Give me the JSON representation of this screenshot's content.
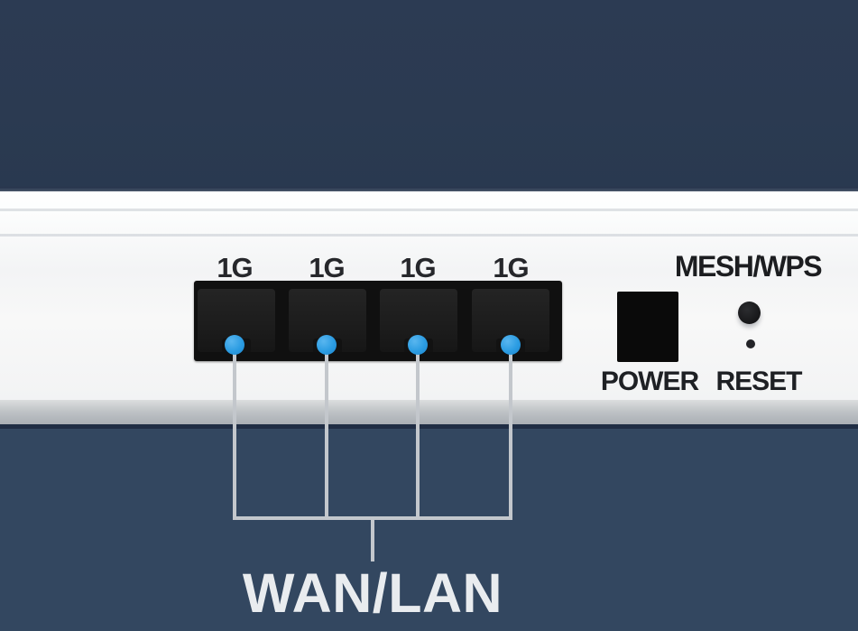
{
  "device": {
    "ports": [
      {
        "speed_label": "1G"
      },
      {
        "speed_label": "1G"
      },
      {
        "speed_label": "1G"
      },
      {
        "speed_label": "1G"
      }
    ],
    "mesh_wps_label": "MESH/WPS",
    "power_label": "POWER",
    "reset_label": "RESET"
  },
  "callout": {
    "label": "WAN/LAN"
  },
  "colors": {
    "background_top": "#2b3a51",
    "background_bottom": "#334760",
    "panel_white": "#f2f3f4",
    "port_black": "#101010",
    "led_blue": "#2b9ce2",
    "callout_line": "#c3c7cc",
    "callout_text": "#e9ecef",
    "label_dark": "#1e2024"
  }
}
